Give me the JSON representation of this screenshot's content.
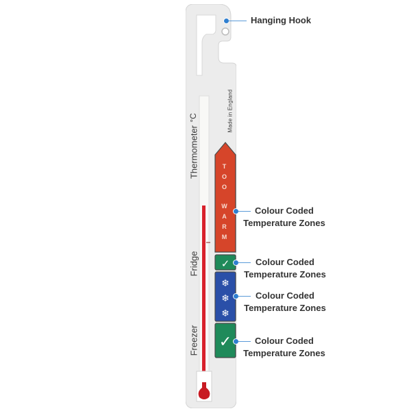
{
  "thermometer": {
    "title": "Thermometer",
    "unit": "°C",
    "label_fridge": "Fridge",
    "label_freezer": "Freezer",
    "made_in": "Made in England",
    "too_warm_line1": [
      "T",
      "O",
      "O"
    ],
    "too_warm_line2": [
      "W",
      "A",
      "R",
      "M"
    ],
    "zones": [
      {
        "name": "too-warm",
        "color": "#d6452a"
      },
      {
        "name": "fridge-ok",
        "color": "#1f8a5a",
        "symbol": "✓"
      },
      {
        "name": "frozen",
        "color": "#2a4fa8",
        "symbol": "❄"
      },
      {
        "name": "freezer-ok",
        "color": "#1f8a5a",
        "symbol": "✓"
      }
    ],
    "mercury_color": "#d8212b"
  },
  "callouts": {
    "hook": "Hanging Hook",
    "zone_line1": "Colour Coded",
    "zone_line2": "Temperature Zones"
  }
}
